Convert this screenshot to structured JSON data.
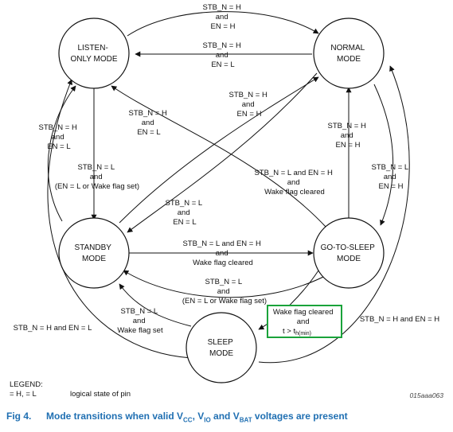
{
  "states": {
    "listen_only": [
      "LISTEN-",
      "ONLY MODE"
    ],
    "normal": [
      "NORMAL",
      "MODE"
    ],
    "standby": [
      "STANDBY",
      "MODE"
    ],
    "go_to_sleep": [
      "GO-TO-SLEEP",
      "MODE"
    ],
    "sleep": [
      "SLEEP",
      "MODE"
    ]
  },
  "transitions": {
    "listen_to_normal": [
      "STB_N = H",
      "and",
      "EN = H"
    ],
    "normal_to_listen": [
      "STB_N = H",
      "and",
      "EN = L"
    ],
    "standby_to_normal": [
      "STB_N = H",
      "and",
      "EN = H"
    ],
    "gts_to_listen": [
      "STB_N = H",
      "and",
      "EN = L"
    ],
    "standby_to_listen": [
      "STB_N = H",
      "and",
      "EN = L"
    ],
    "listen_to_standby": [
      "STB_N = L",
      "and",
      "(EN = L or Wake flag set)"
    ],
    "listen_to_gts": [
      "STB_N = L and EN = H",
      "and",
      "Wake flag cleared"
    ],
    "gts_to_normal": [
      "STB_N = H",
      "and",
      "EN = H"
    ],
    "normal_to_gts": [
      "STB_N = L",
      "and",
      "EN = H"
    ],
    "normal_to_standby": [
      "STB_N = L",
      "and",
      "EN = L"
    ],
    "standby_to_gts": [
      "STB_N = L and EN = H",
      "and",
      "Wake flag cleared"
    ],
    "gts_to_standby": [
      "STB_N = L",
      "and",
      "(EN = L or Wake flag set)"
    ],
    "sleep_to_standby": [
      "STB_N = L",
      "and",
      "Wake flag set"
    ],
    "gts_to_sleep": [
      "Wake flag cleared",
      "and",
      "t > t",
      "h(min)"
    ],
    "sleep_to_listen": "STB_N = H and EN = L",
    "sleep_to_normal": "STB_N = H and EN = H"
  },
  "legend": {
    "title": "LEGEND:",
    "symbols": "= H, = L",
    "meaning": "logical state of pin"
  },
  "figure_id": "015aaa063",
  "caption": {
    "number": "Fig 4.",
    "text_before": "Mode transitions when valid V",
    "sub_cc": "CC",
    "comma1": ", V",
    "sub_io": "IO",
    "text_and": " and V",
    "sub_bat": "BAT",
    "text_after": " voltages are present"
  },
  "colors": {
    "highlight_box": "#1aa33a",
    "caption_blue": "#1f6fb2",
    "line": "#111111"
  }
}
